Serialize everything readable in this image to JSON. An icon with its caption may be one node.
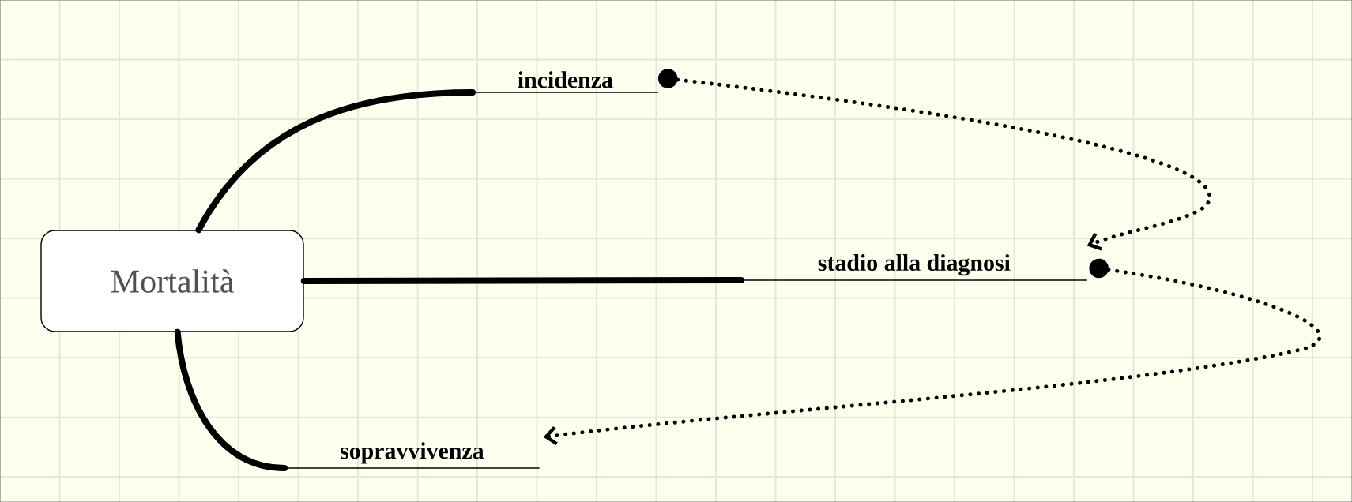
{
  "diagram": {
    "nodes": [
      {
        "text": [
          "Mortalità"
        ]
      },
      {
        "text": [
          "incidenza"
        ]
      },
      {
        "text": [
          "stadio alla diagnosi"
        ]
      },
      {
        "text": [
          "sopravvivenza"
        ]
      }
    ],
    "edges": [
      {
        "from": 0,
        "to": 1,
        "arrow": "none"
      },
      {
        "from": 0,
        "to": 2,
        "arrow": "none"
      },
      {
        "from": 0,
        "to": 3,
        "arrow": "none"
      },
      {
        "from": 1,
        "to": 2,
        "arrow": "to",
        "style": "dashed"
      },
      {
        "from": 2,
        "to": 3,
        "arrow": "to",
        "style": "dashed"
      }
    ]
  }
}
